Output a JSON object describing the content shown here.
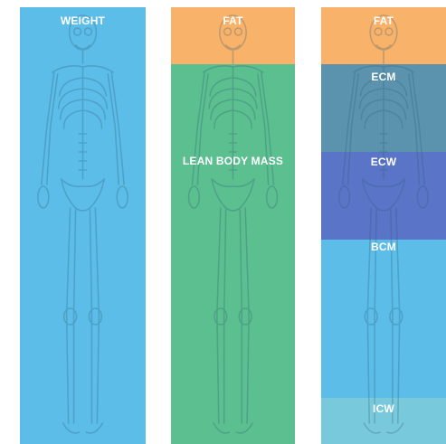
{
  "columns": [
    {
      "segments": [
        {
          "label": "WEIGHT",
          "color": "#5cbde9"
        }
      ]
    },
    {
      "segments": [
        {
          "label": "FAT",
          "color": "#f9b26a"
        },
        {
          "label": "LEAN BODY MASS",
          "color": "#5cbf8f"
        }
      ]
    },
    {
      "segments": [
        {
          "label": "FAT",
          "color": "#f9b26a"
        },
        {
          "label": "ECM",
          "color": "#5b93ae"
        },
        {
          "label": "ECW",
          "color": "#5a75c8"
        },
        {
          "label": "BCM",
          "color": "#5cbde9"
        },
        {
          "label": "ICW",
          "color": "#79c9dc"
        }
      ]
    }
  ]
}
